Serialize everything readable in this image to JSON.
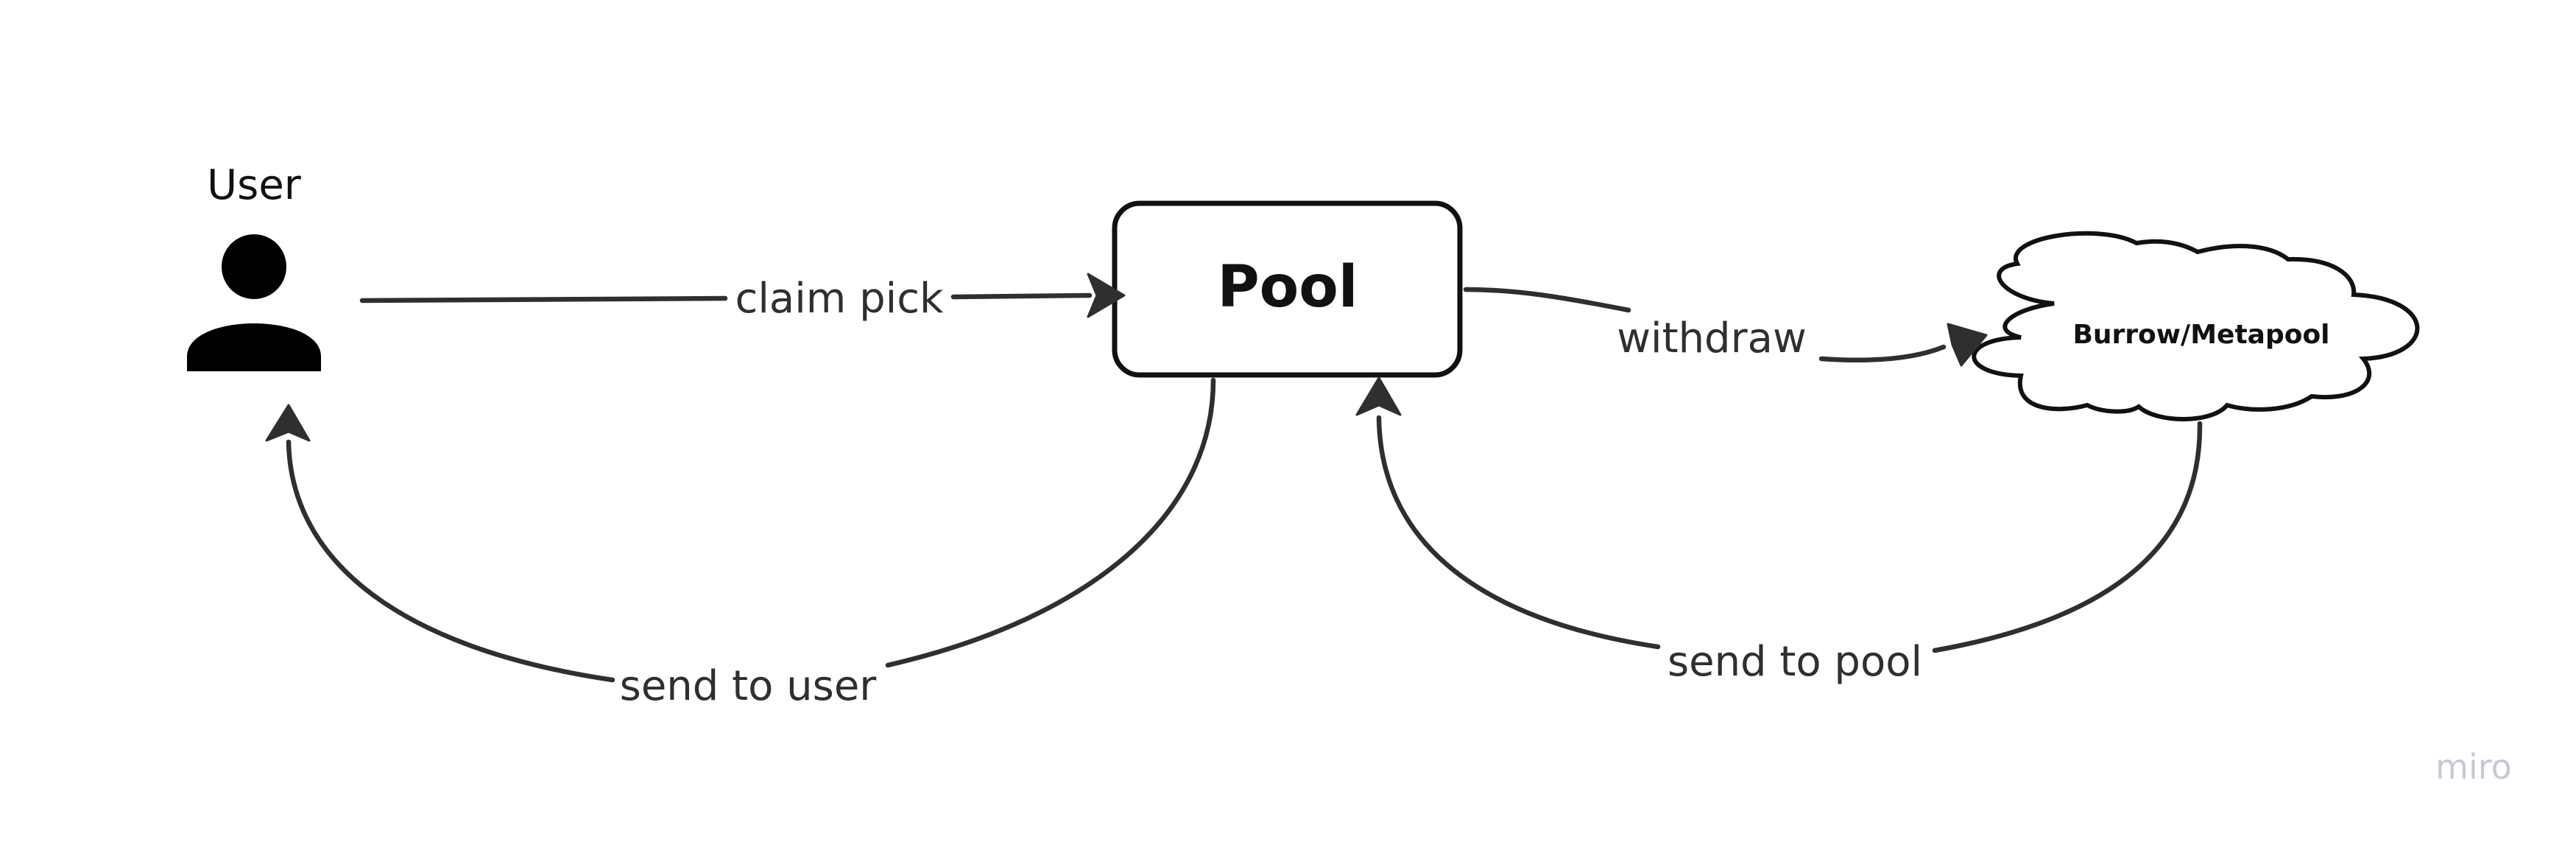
{
  "nodes": {
    "user": {
      "label": "User",
      "icon": "user-icon"
    },
    "pool": {
      "label": "Pool"
    },
    "burrow": {
      "label": "Burrow/Metapool",
      "shape": "cloud"
    }
  },
  "edges": {
    "claim_pick": {
      "label": "claim pick",
      "from": "User",
      "to": "Pool"
    },
    "withdraw": {
      "label": "withdraw",
      "from": "Pool",
      "to": "Burrow/Metapool"
    },
    "send_to_user": {
      "label": "send to user",
      "from": "Pool",
      "to": "User"
    },
    "send_to_pool": {
      "label": "send to pool",
      "from": "Burrow/Metapool",
      "to": "Pool"
    }
  },
  "watermark": {
    "text": "miro"
  },
  "colors": {
    "line": "#2f2f2f",
    "text": "#111111",
    "watermark": "#c4c9d8",
    "background": "#ffffff"
  }
}
